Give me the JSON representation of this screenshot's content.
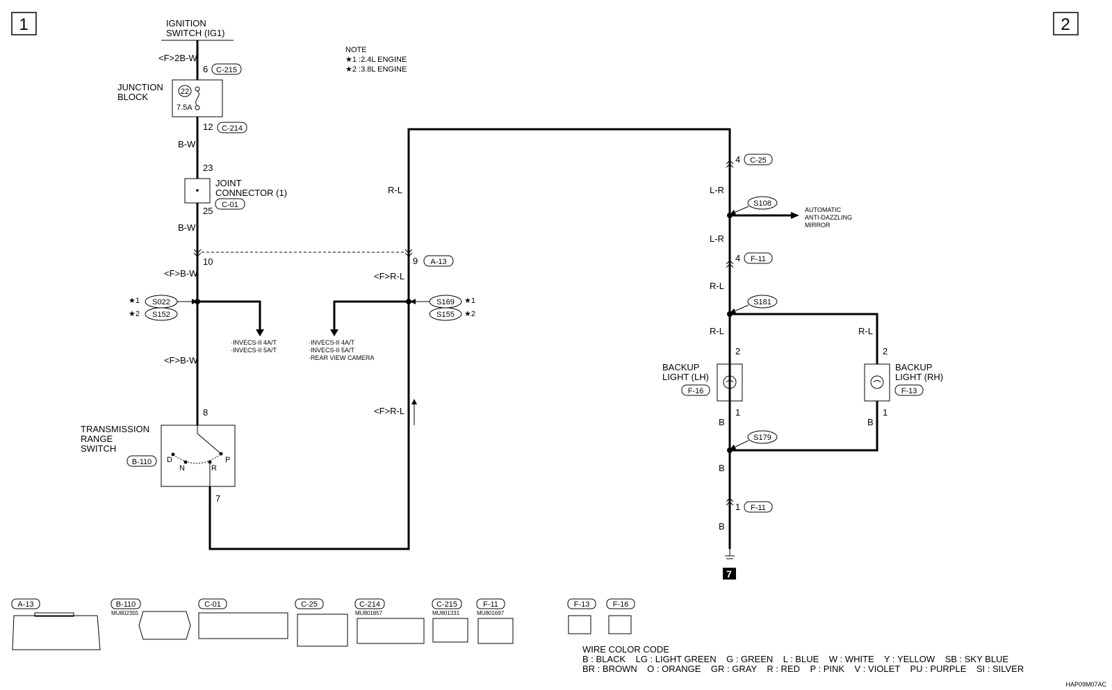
{
  "page_markers": [
    "1",
    "2"
  ],
  "note": {
    "title": "NOTE",
    "line1": "★1 :2.4L ENGINE",
    "line2": "★2 :3.8L ENGINE"
  },
  "ignition": {
    "line1": "IGNITION",
    "line2": "SWITCH (IG1)"
  },
  "junction_block": {
    "line1": "JUNCTION",
    "line2": "BLOCK",
    "fuse_no": "22",
    "fuse_rating": "7.5A"
  },
  "joint_connector": {
    "line1": "JOINT",
    "line2": "CONNECTOR (1)",
    "connector": "C-01"
  },
  "transmission_switch": {
    "line1": "TRANSMISSION",
    "line2": "RANGE",
    "line3": "SWITCH",
    "connector": "B-110",
    "pos_d": "D",
    "pos_n": "N",
    "pos_r": "R",
    "pos_p": "P"
  },
  "left_branch": {
    "text1": "·INVECS-II 4A/T",
    "text2": "·INVECS-II 5A/T"
  },
  "center_branch": {
    "text1": "·INVECS-II 4A/T",
    "text2": "·INVECS-II 5A/T",
    "text3": "·REAR VIEW CAMERA"
  },
  "mirror": {
    "line1": "AUTOMATIC",
    "line2": "ANTI-DAZZLING",
    "line3": "MIRROR"
  },
  "backup_lh": {
    "line1": "BACKUP",
    "line2": "LIGHT (LH)",
    "connector": "F-16"
  },
  "backup_rh": {
    "line1": "BACKUP",
    "line2": "LIGHT (RH)",
    "connector": "F-13"
  },
  "wires": {
    "f2bw": "<F>2B-W",
    "bw": "B-W",
    "fbw": "<F>B-W",
    "rl": "R-L",
    "frl": "<F>R-L",
    "lr": "L-R",
    "b": "B"
  },
  "pins": {
    "p6": "6",
    "p12": "12",
    "p23": "23",
    "p25": "25",
    "p10": "10",
    "p9": "9",
    "p8": "8",
    "p7": "7",
    "p4": "4",
    "p2": "2",
    "p1": "1"
  },
  "connectors": {
    "c215": "C-215",
    "c214": "C-214",
    "a13": "A-13",
    "c25": "C-25",
    "f11": "F-11"
  },
  "splices": {
    "s022": "S022",
    "s152": "S152",
    "s169": "S169",
    "s155": "S155",
    "s108": "S108",
    "s181": "S181",
    "s179": "S179"
  },
  "stars": {
    "one": "★1",
    "two": "★2"
  },
  "ground_id": "7",
  "connector_views": [
    {
      "name": "A-13",
      "part": ""
    },
    {
      "name": "B-110",
      "part": "MU802355"
    },
    {
      "name": "C-01",
      "part": ""
    },
    {
      "name": "C-25",
      "part": ""
    },
    {
      "name": "C-214",
      "part": "MU801857"
    },
    {
      "name": "C-215",
      "part": "MU801331"
    },
    {
      "name": "F-11",
      "part": "MU801697"
    },
    {
      "name": "F-13",
      "part": ""
    },
    {
      "name": "F-16",
      "part": ""
    }
  ],
  "wire_color_code": {
    "title": "WIRE COLOR CODE",
    "line1": "B : BLACK    LG : LIGHT GREEN    G : GREEN    L : BLUE    W : WHITE    Y : YELLOW    SB : SKY BLUE",
    "line2": "BR : BROWN    O : ORANGE    GR : GRAY    R : RED    P : PINK    V : VIOLET    PU : PURPLE    SI : SILVER"
  },
  "diagram_code": "HAP09M07AC"
}
